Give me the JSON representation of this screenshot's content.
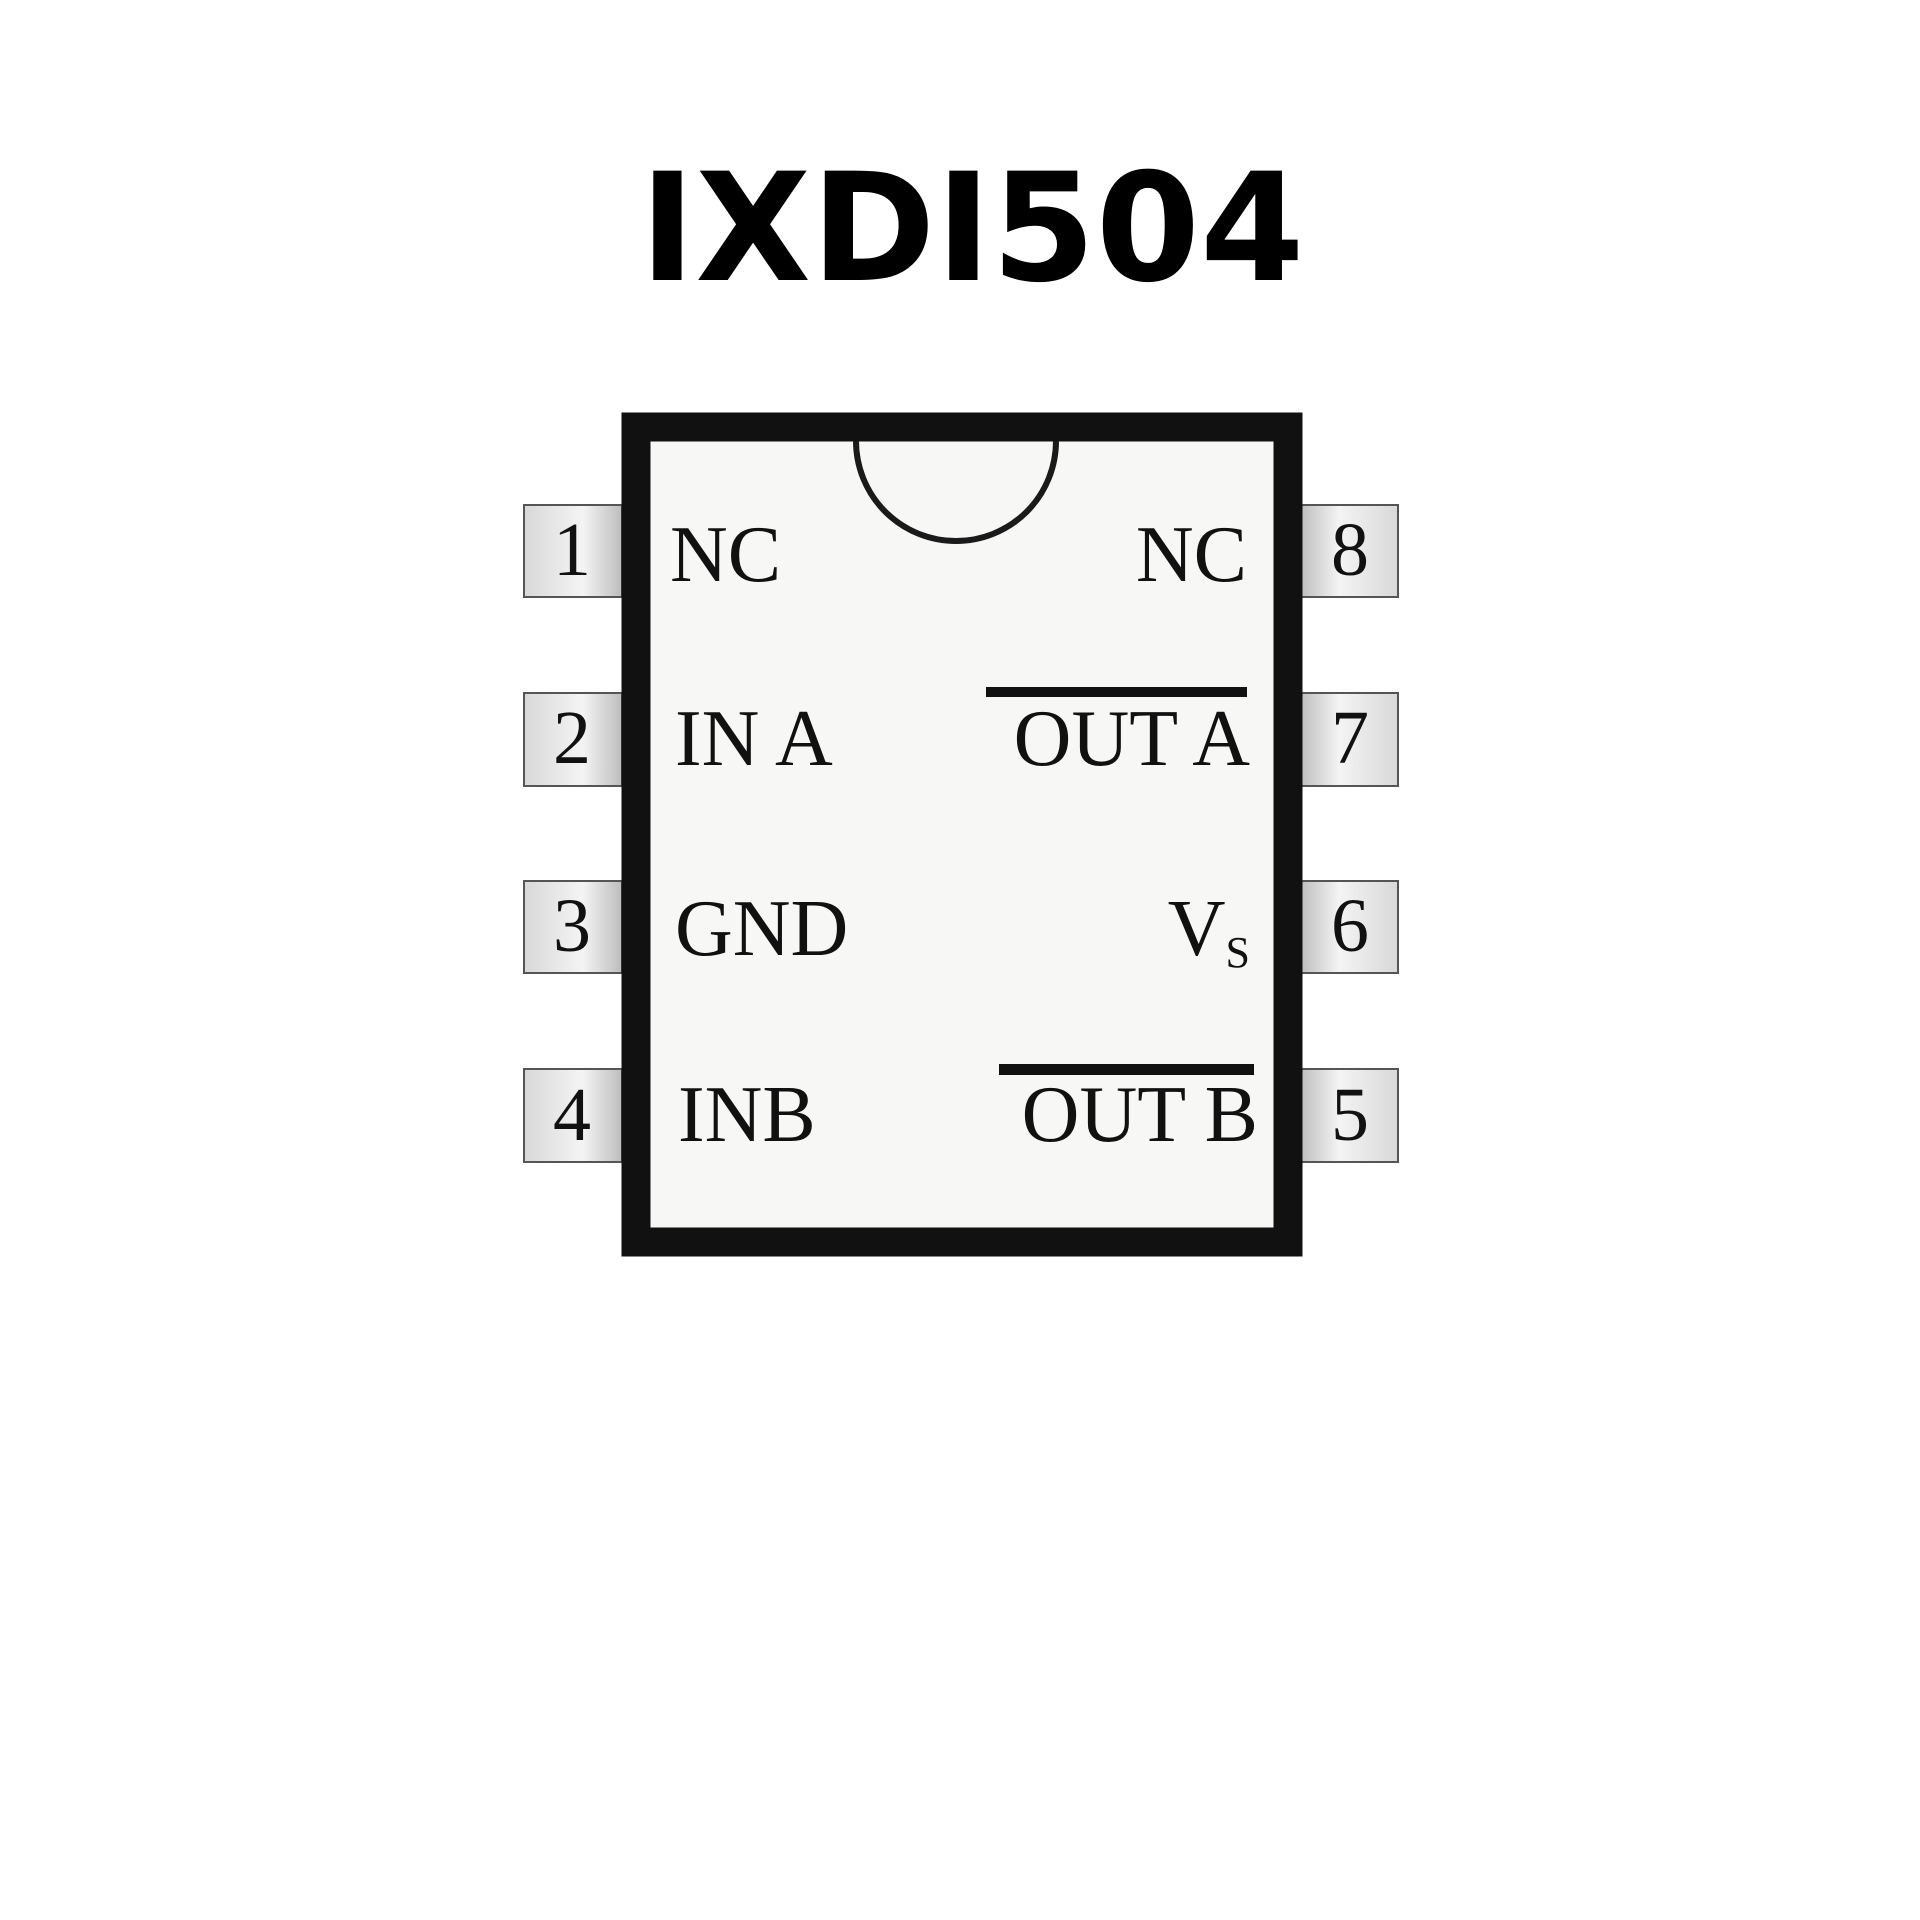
{
  "title": "IXDI504",
  "package_pins": [
    {
      "number": "1",
      "label": "NC"
    },
    {
      "number": "2",
      "label": "IN A"
    },
    {
      "number": "3",
      "label": "GND"
    },
    {
      "number": "4",
      "label": "INB"
    },
    {
      "number": "5",
      "label": "OUT B",
      "overline": true
    },
    {
      "number": "6",
      "label": "V",
      "subscript": "S"
    },
    {
      "number": "7",
      "label": "OUT A",
      "overline": true
    },
    {
      "number": "8",
      "label": "NC"
    }
  ],
  "colors": {
    "body_border": "#111111",
    "body_fill": "#f7f7f5",
    "pin_fill": "#e2e2e2"
  }
}
